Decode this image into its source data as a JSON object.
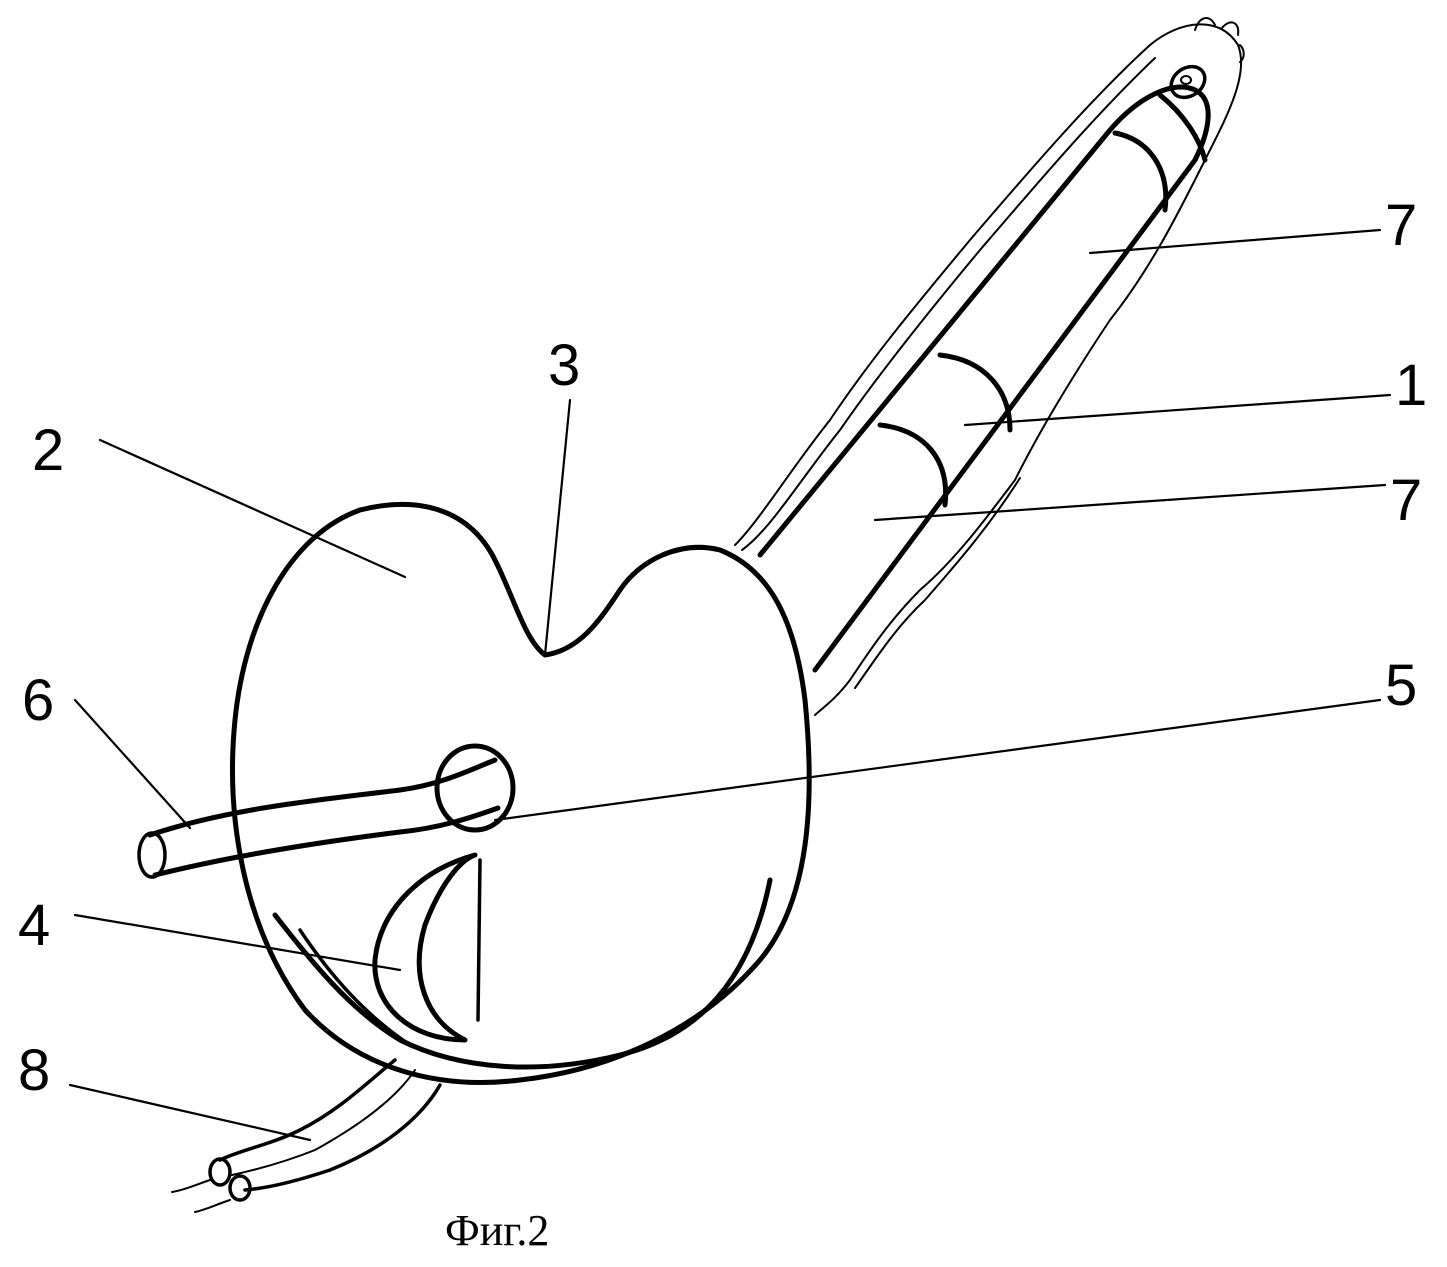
{
  "figure": {
    "caption": "Фиг.2",
    "labels": {
      "l1": "1",
      "l2": "2",
      "l3": "3",
      "l4": "4",
      "l5": "5",
      "l6": "6",
      "l7a": "7",
      "l7b": "7",
      "l8": "8"
    }
  }
}
